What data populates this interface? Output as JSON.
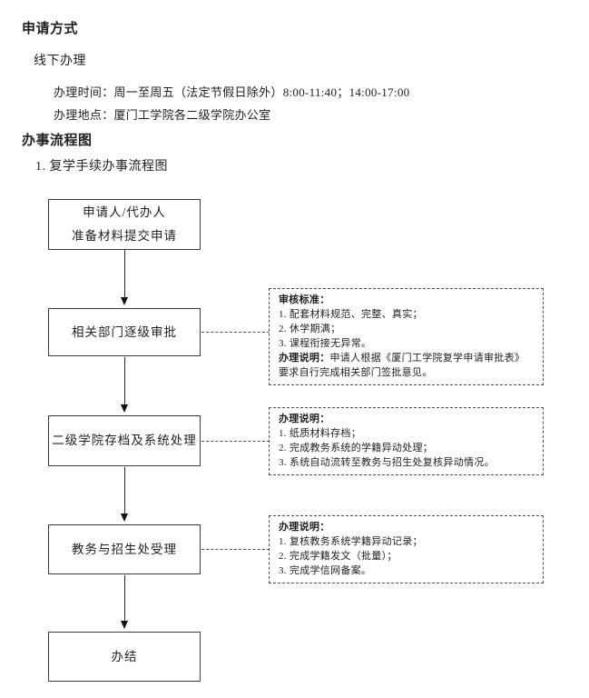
{
  "colors": {
    "background": "#ffffff",
    "text": "#1f1f1f",
    "solid_box_border": "#3c3c3c",
    "dashed_border": "#4d4d4d",
    "arrow": "#111111"
  },
  "header": {
    "apply_heading": "申请方式",
    "apply_mode": "线下办理",
    "time_line": "办理时间：周一至周五（法定节假日除外）8:00-11:40；14:00-17:00",
    "location_line": "办理地点：厦门工学院各二级学院办公室",
    "flow_heading": "办事流程图",
    "flow_subheading": "1. 复学手续办事流程图"
  },
  "flowchart": {
    "steps": [
      {
        "line1": "申请人/代办人",
        "line2": "准备材料提交申请"
      },
      {
        "label": "相关部门逐级审批"
      },
      {
        "label": "二级学院存档及系统处理"
      },
      {
        "label": "教务与招生处受理"
      },
      {
        "label": "办结"
      }
    ],
    "annotations": [
      {
        "heading": "审核标准：",
        "items": [
          "1. 配套材料规范、完整、真实；",
          "2. 休学期满；",
          "3. 课程衔接无异常。"
        ],
        "note_label": "办理说明：",
        "note_text": "申请人根据《厦门工学院复学申请审批表》要求自行完成相关部门签批意见。"
      },
      {
        "heading": "办理说明：",
        "items": [
          "1. 纸质材料存档；",
          "2. 完成教务系统的学籍异动处理；",
          "3. 系统自动流转至教务与招生处复核异动情况。"
        ]
      },
      {
        "heading": "办理说明：",
        "items": [
          "1. 复核教务系统学籍异动记录；",
          "2. 完成学籍发文（批量）；",
          "3. 完成学信网备案。"
        ]
      }
    ]
  }
}
